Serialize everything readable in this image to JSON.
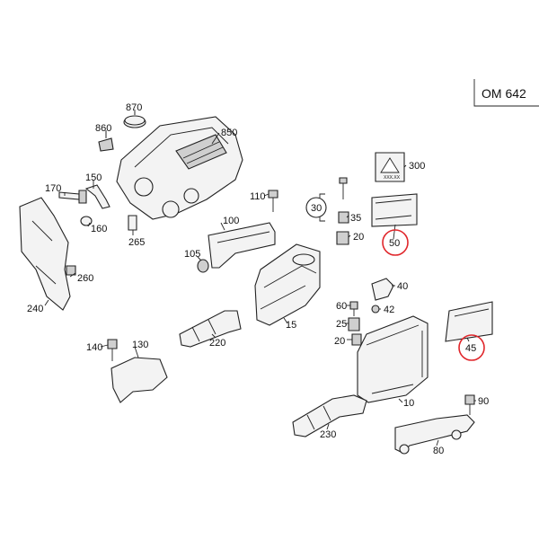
{
  "engine_code": "OM 642",
  "parts": {
    "p10": "10",
    "p15": "15",
    "p20a": "20",
    "p20b": "20",
    "p25": "25",
    "p30": "30",
    "p35": "35",
    "p40": "40",
    "p42": "42",
    "p45": "45",
    "p50": "50",
    "p60": "60",
    "p80": "80",
    "p90": "90",
    "p100": "100",
    "p105": "105",
    "p110": "110",
    "p130": "130",
    "p140": "140",
    "p150": "150",
    "p160": "160",
    "p170": "170",
    "p220": "220",
    "p230": "230",
    "p240": "240",
    "p260": "260",
    "p265": "265",
    "p300": "300",
    "p850": "850",
    "p860": "860",
    "p870": "870"
  },
  "warning_label_text": "XXX.XX",
  "highlight_color": "#e0262b"
}
